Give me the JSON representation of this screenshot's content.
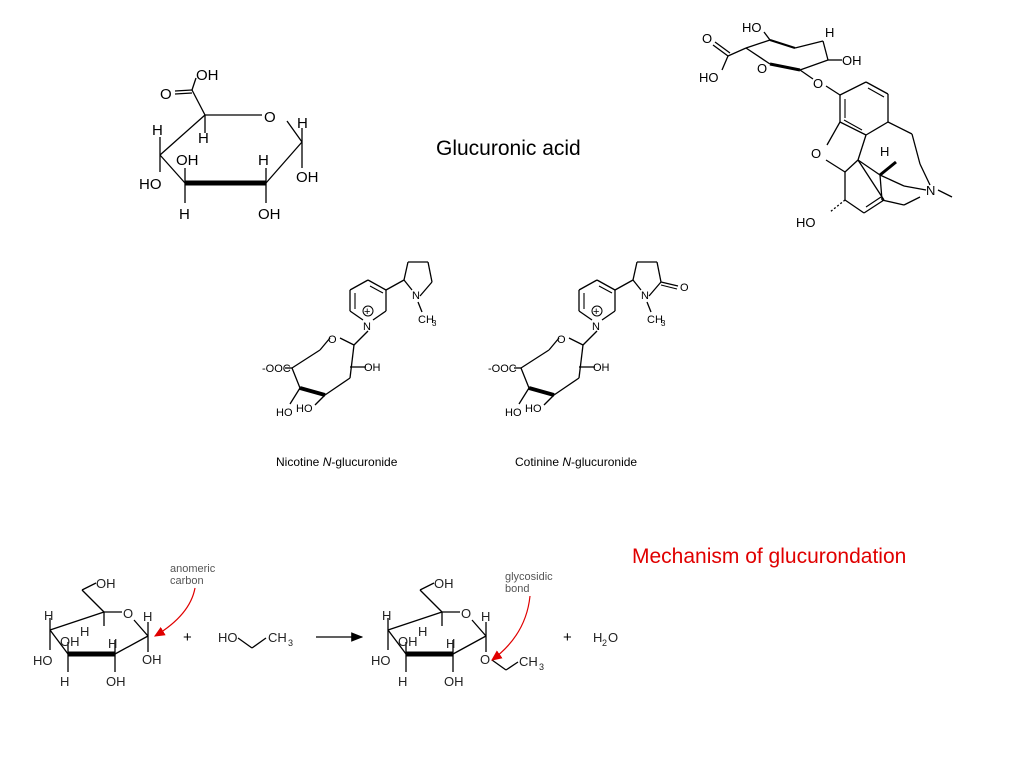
{
  "labels": {
    "glucuronic_acid": "Glucuronic acid",
    "mechanism": "Mechanism of glucurondation",
    "nicotine_pre": "Nicotine ",
    "nicotine_n": "N",
    "nicotine_post": "-glucuronide",
    "cotinine_pre": "Cotinine ",
    "cotinine_n": "N",
    "cotinine_post": "-glucuronide",
    "anomeric": "anomeric",
    "carbon": "carbon",
    "glycosidic": "glycosidic",
    "bond": "bond"
  },
  "atoms": {
    "OH": "OH",
    "HO": "HO",
    "H": "H",
    "O": "O",
    "N": "N",
    "CH3": "CH",
    "three": "3",
    "coo": "-OOC",
    "plus": "+",
    "h2o": "H",
    "two": "2"
  },
  "colors": {
    "mechanism_label": "#e00000",
    "arrow_red": "#e00000"
  }
}
